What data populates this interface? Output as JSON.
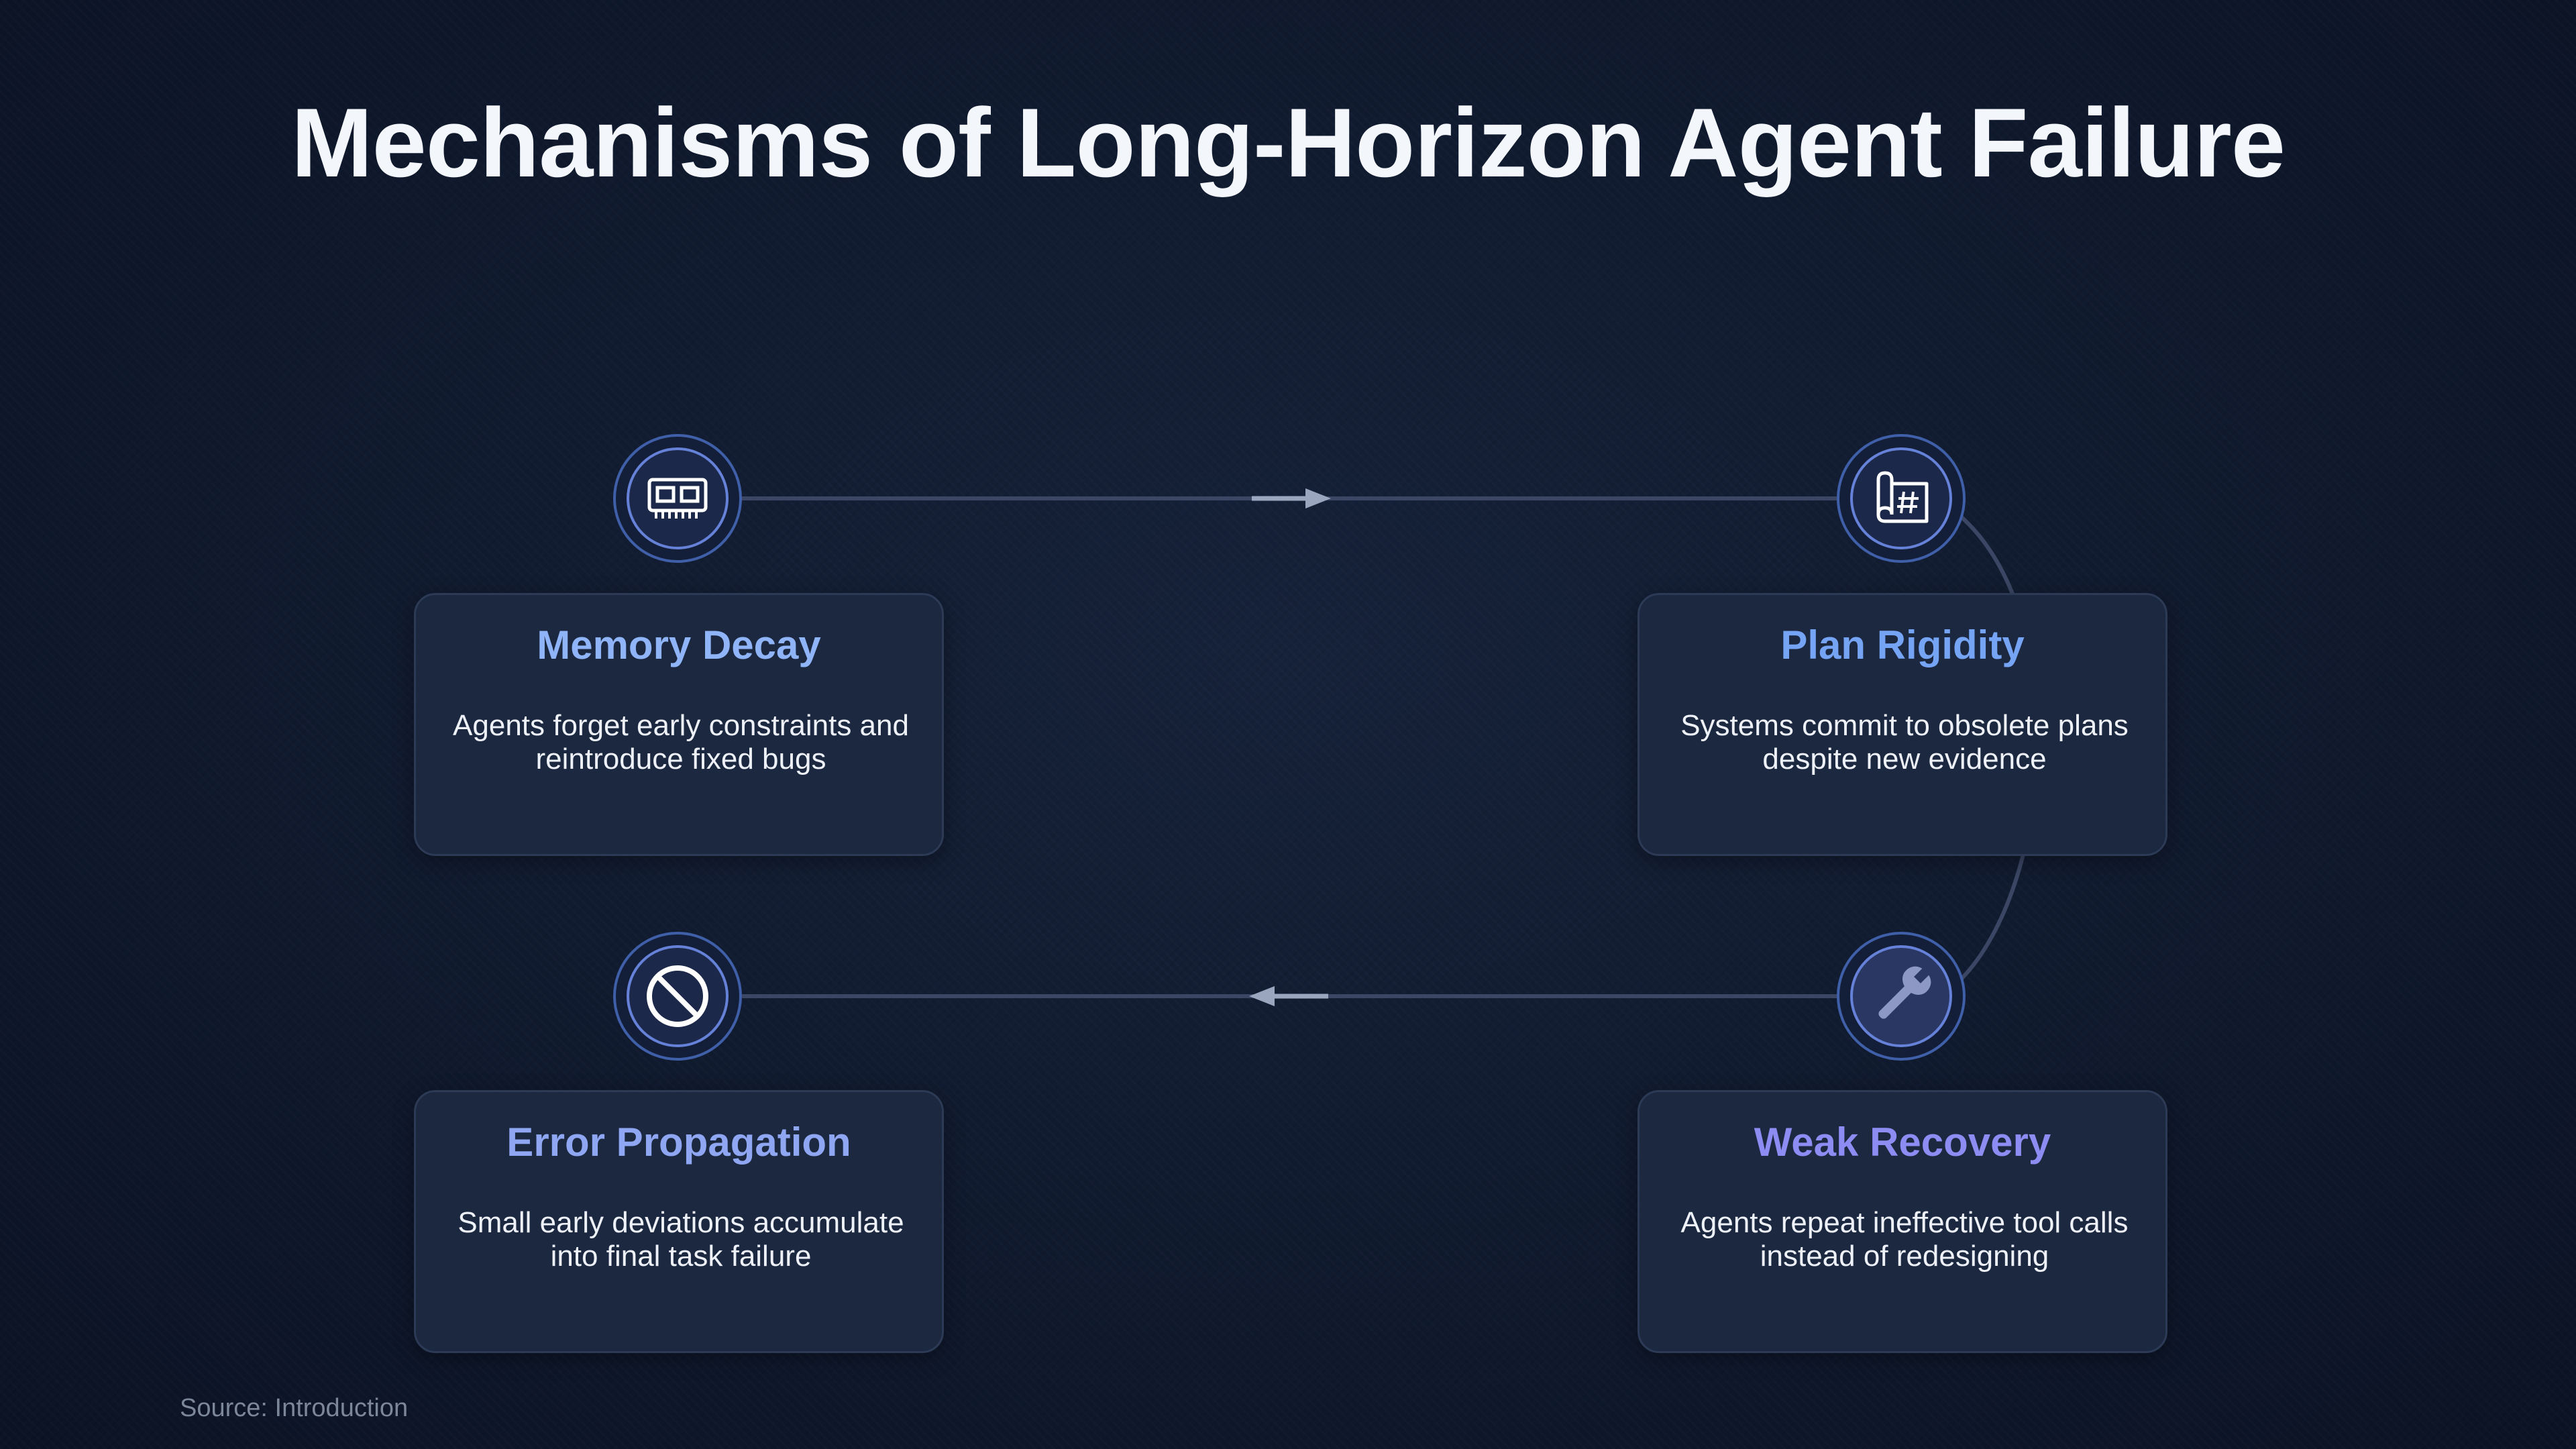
{
  "title": "Mechanisms of Long-Horizon Agent Failure",
  "colors": {
    "background": "#0e1729",
    "card_background": "#1b2840",
    "connector": "#3a4663",
    "arrow": "#9aa6bd",
    "node_ring": "#6581d8"
  },
  "stages": [
    {
      "title": "Memory Decay",
      "description": "Agents forget early constraints and reintroduce fixed bugs",
      "icon": "memory-chip-icon",
      "title_color": "#8fb4f7"
    },
    {
      "title": "Plan Rigidity",
      "description": "Systems commit to obsolete plans despite new evidence",
      "icon": "blueprint-icon",
      "title_color": "#76a4f5"
    },
    {
      "title": "Weak Recovery",
      "description": "Agents repeat ineffective tool calls instead of redesigning",
      "icon": "wrench-icon",
      "title_color": "#8d8cf2"
    },
    {
      "title": "Error Propagation",
      "description": "Small early deviations accumulate into final task failure",
      "icon": "prohibited-icon",
      "title_color": "#8fa6f2"
    }
  ],
  "source": "Source: Introduction"
}
